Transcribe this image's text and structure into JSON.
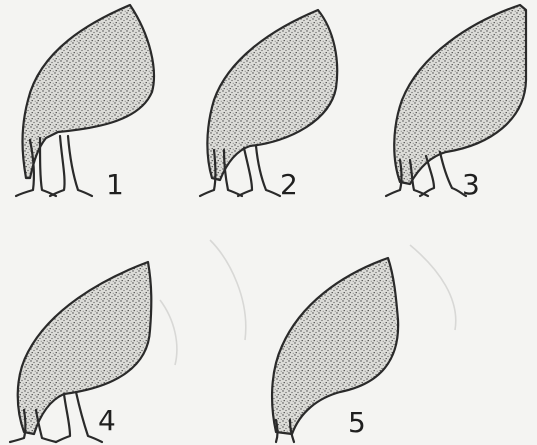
{
  "panels": [
    {
      "id": "panel-1",
      "label": "1"
    },
    {
      "id": "panel-2",
      "label": "2"
    },
    {
      "id": "panel-3",
      "label": "3"
    },
    {
      "id": "panel-4",
      "label": "4"
    },
    {
      "id": "panel-5",
      "label": "5"
    }
  ],
  "colors": {
    "background": "#f4f4f2",
    "outline": "#2a2a2a",
    "stipple_dark": "#3a3a3a",
    "stipple_light": "#d9d9d6"
  }
}
